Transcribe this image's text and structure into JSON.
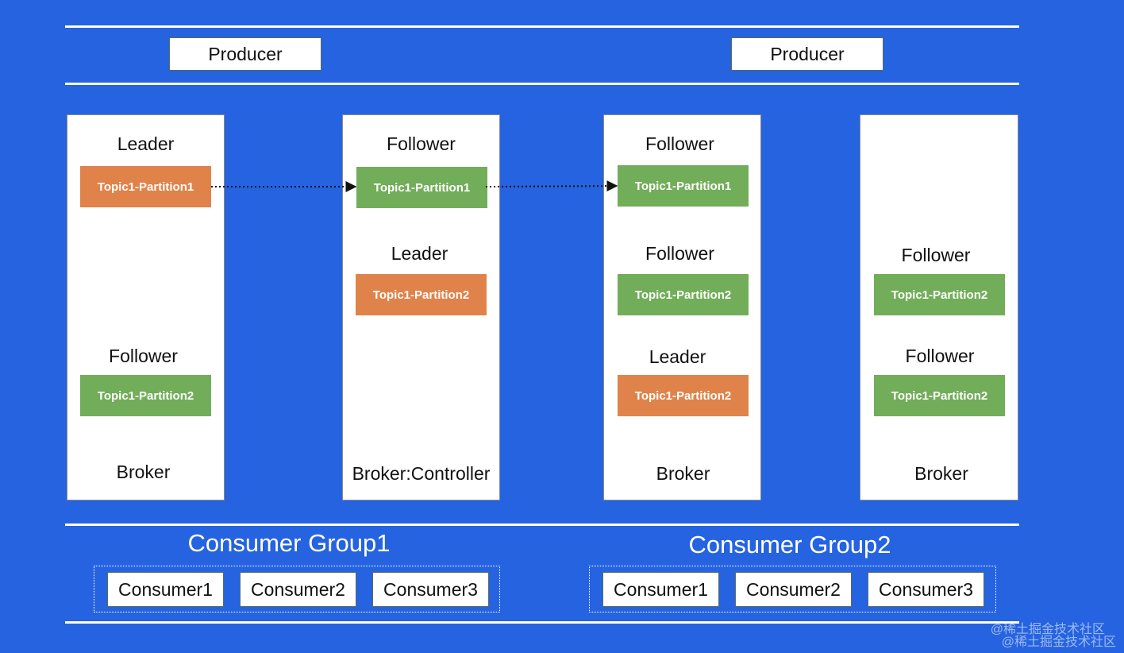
{
  "producers": [
    "Producer",
    "Producer"
  ],
  "brokers": [
    {
      "label": "Broker",
      "roles": [
        "Leader",
        "Follower"
      ],
      "partitions": [
        {
          "name": "Topic1-Partition1",
          "kind": "leader"
        },
        {
          "name": "Topic1-Partition2",
          "kind": "follower"
        }
      ]
    },
    {
      "label": "Broker:Controller",
      "roles": [
        "Follower",
        "Leader"
      ],
      "partitions": [
        {
          "name": "Topic1-Partition1",
          "kind": "follower"
        },
        {
          "name": "Topic1-Partition2",
          "kind": "leader"
        }
      ]
    },
    {
      "label": "Broker",
      "roles": [
        "Follower",
        "Follower",
        "Leader"
      ],
      "partitions": [
        {
          "name": "Topic1-Partition1",
          "kind": "follower"
        },
        {
          "name": "Topic1-Partition2",
          "kind": "follower"
        },
        {
          "name": "Topic1-Partition2",
          "kind": "leader"
        }
      ]
    },
    {
      "label": "Broker",
      "roles": [
        "Follower",
        "Follower"
      ],
      "partitions": [
        {
          "name": "Topic1-Partition2",
          "kind": "follower"
        },
        {
          "name": "Topic1-Partition2",
          "kind": "follower"
        }
      ]
    }
  ],
  "consumer_groups": [
    {
      "title": "Consumer Group1",
      "consumers": [
        "Consumer1",
        "Consumer2",
        "Consumer3"
      ]
    },
    {
      "title": "Consumer Group2",
      "consumers": [
        "Consumer1",
        "Consumer2",
        "Consumer3"
      ]
    }
  ],
  "watermark": [
    "@稀土掘金技术社区",
    "@稀土掘金技术社区"
  ],
  "colors": {
    "background": "#2563e0",
    "leader_partition": "#e0834a",
    "follower_partition": "#72ad5a"
  }
}
